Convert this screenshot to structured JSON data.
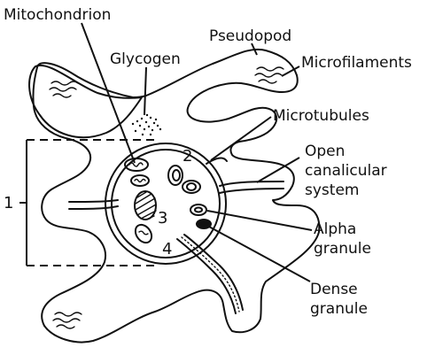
{
  "labels": {
    "mitochondrion": "Mitochondrion",
    "glycogen": "Glycogen",
    "pseudopod": "Pseudopod",
    "microfilaments": "Microfilaments",
    "microtubules": "Microtubules",
    "open_line1": "Open",
    "open_line2": "canalicular",
    "open_line3": "system",
    "alpha_line1": "Alpha",
    "alpha_line2": "granule",
    "dense_line1": "Dense",
    "dense_line2": "granule"
  },
  "numbers": {
    "n1": "1",
    "n2": "2",
    "n3": "3",
    "n4": "4"
  }
}
